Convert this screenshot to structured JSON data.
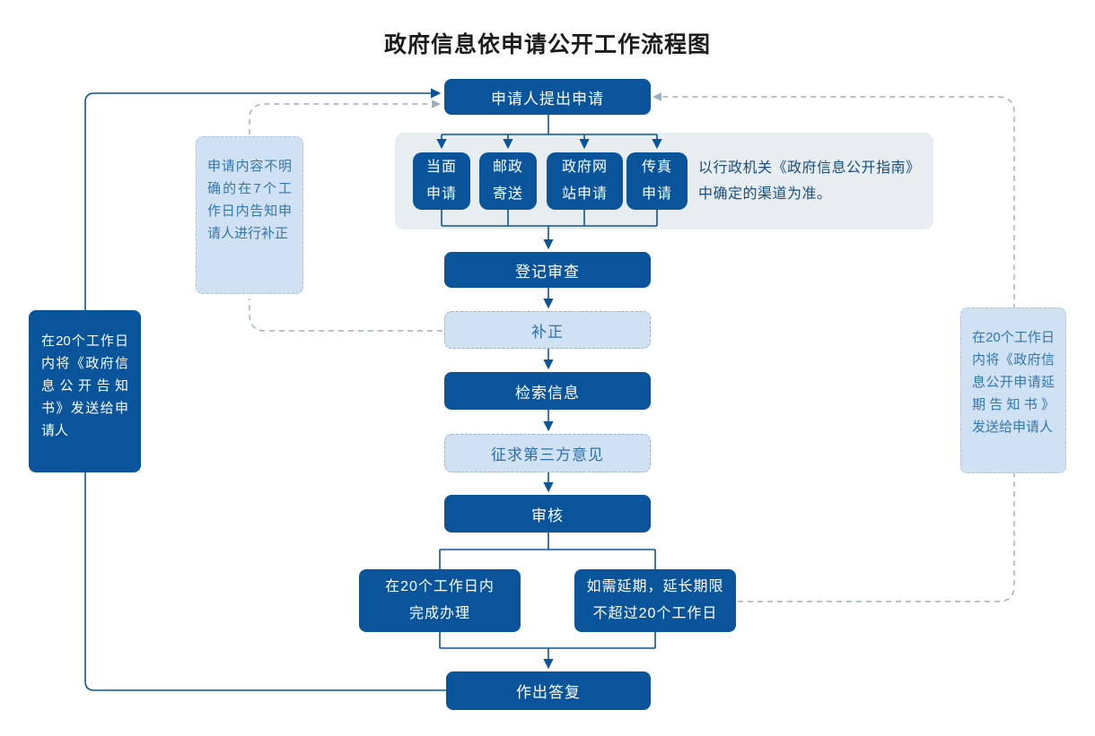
{
  "title": "政府信息依申请公开工作流程图",
  "flow": {
    "apply": "申请人提出申请",
    "channels": [
      "当面\n申请",
      "邮政\n寄送",
      "政府网\n站申请",
      "传真\n申请"
    ],
    "channel_note": "以行政机关《政府信息公开指南》\n中确定的渠道为准。",
    "register": "登记审查",
    "supplement": "补正",
    "search": "检索信息",
    "third_party": "征求第三方意见",
    "review": "审核",
    "complete": "在20个工作日内\n完成办理",
    "extend": "如需延期，延长期限\n不超过20个工作日",
    "reply": "作出答复"
  },
  "notes": {
    "left_correction": "申请内容不明确的在7个工作日内告知申请人进行补正",
    "left_notice": "在20个工作日内将《政府信息公开告知书》发送给申请人",
    "right_delay": "在20个工作日内将《政府信息公开申请延期告知书》 发送给申请人"
  },
  "colors": {
    "process_box": "#0a549c",
    "light_box_fill": "#cfe1f3",
    "band_background": "#e8edf2",
    "solid_line": "#0a549c",
    "dashed_line": "#9badc2",
    "note_text": "#3377af",
    "band_note_text": "#1a4e7d",
    "title_text": "#1c1c1c"
  }
}
